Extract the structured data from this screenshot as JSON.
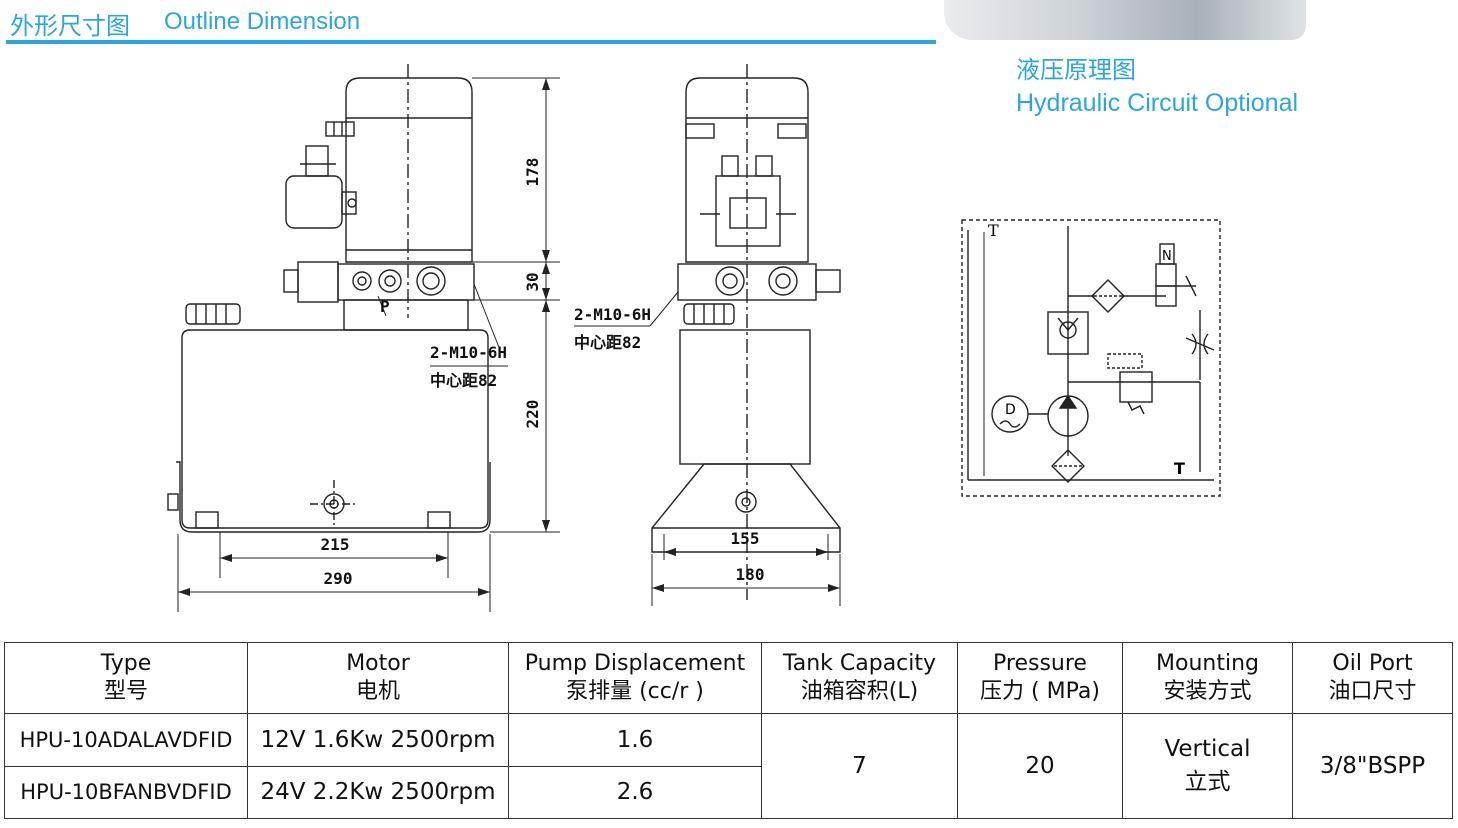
{
  "header": {
    "title_cn": "外形尺寸图",
    "title_en": "Outline Dimension"
  },
  "circuit": {
    "title_cn": "液压原理图",
    "title_en": "Hydraulic Circuit Optional",
    "label_t_top": "T",
    "label_t_bottom": "T",
    "label_d": "D",
    "label_n": "N"
  },
  "drawing": {
    "dim_motor_height": "178",
    "dim_block_height": "30",
    "dim_tank_height": "220",
    "dim_mount_inner_front": "215",
    "dim_overall_front": "290",
    "dim_mount_inner_side": "155",
    "dim_overall_side": "180",
    "port_note_line1": "2-M10-6H",
    "port_note_line2": "中心距82",
    "port_label": "P"
  },
  "table": {
    "headers": [
      {
        "en": "Type",
        "cn": "型号"
      },
      {
        "en": "Motor",
        "cn": "电机"
      },
      {
        "en": "Pump Displacement",
        "cn": "泵排量 (cc/r )"
      },
      {
        "en": "Tank Capacity",
        "cn": "油箱容积(L)"
      },
      {
        "en": "Pressure",
        "cn": "压力 ( MPa)"
      },
      {
        "en": "Mounting",
        "cn": "安装方式"
      },
      {
        "en": "Oil Port",
        "cn": "油口尺寸"
      }
    ],
    "rows": [
      {
        "type": "HPU-10ADALAVDFID",
        "motor": "12V 1.6Kw 2500rpm",
        "displacement": "1.6"
      },
      {
        "type": "HPU-10BFANBVDFID",
        "motor": "24V 2.2Kw 2500rpm",
        "displacement": "2.6"
      }
    ],
    "shared": {
      "tank_capacity": "7",
      "pressure": "20",
      "mounting_en": "Vertical",
      "mounting_cn": "立式",
      "oil_port": "3/8\"BSPP"
    }
  }
}
